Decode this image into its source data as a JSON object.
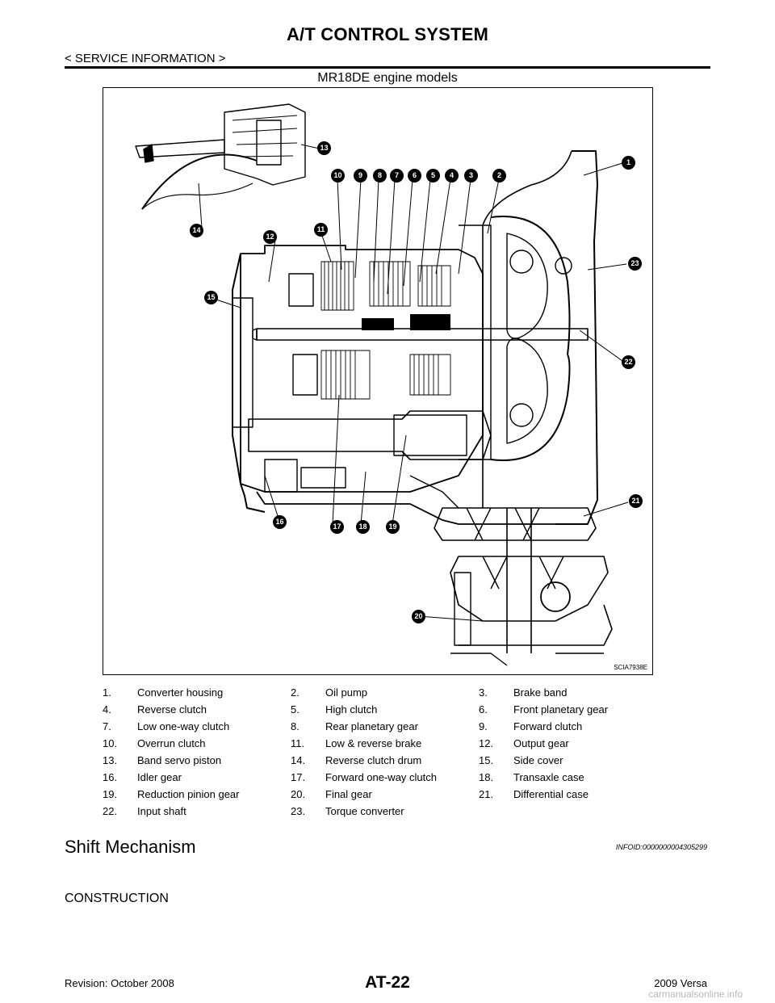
{
  "header": {
    "title": "A/T CONTROL SYSTEM",
    "section_path": "< SERVICE INFORMATION >"
  },
  "figure": {
    "caption": "MR18DE engine models",
    "figure_id": "SCIA7938E",
    "callouts": [
      "1",
      "2",
      "3",
      "4",
      "5",
      "6",
      "7",
      "8",
      "9",
      "10",
      "11",
      "12",
      "13",
      "14",
      "15",
      "16",
      "17",
      "18",
      "19",
      "20",
      "21",
      "22",
      "23"
    ]
  },
  "legend": [
    [
      {
        "num": "1.",
        "label": "Converter housing"
      },
      {
        "num": "2.",
        "label": "Oil pump"
      },
      {
        "num": "3.",
        "label": "Brake band"
      }
    ],
    [
      {
        "num": "4.",
        "label": "Reverse clutch"
      },
      {
        "num": "5.",
        "label": "High clutch"
      },
      {
        "num": "6.",
        "label": "Front planetary gear"
      }
    ],
    [
      {
        "num": "7.",
        "label": "Low one-way clutch"
      },
      {
        "num": "8.",
        "label": "Rear planetary gear"
      },
      {
        "num": "9.",
        "label": "Forward clutch"
      }
    ],
    [
      {
        "num": "10.",
        "label": "Overrun clutch"
      },
      {
        "num": "11.",
        "label": "Low & reverse brake"
      },
      {
        "num": "12.",
        "label": "Output gear"
      }
    ],
    [
      {
        "num": "13.",
        "label": "Band servo piston"
      },
      {
        "num": "14.",
        "label": "Reverse clutch drum"
      },
      {
        "num": "15.",
        "label": "Side cover"
      }
    ],
    [
      {
        "num": "16.",
        "label": "Idler gear"
      },
      {
        "num": "17.",
        "label": "Forward one-way clutch"
      },
      {
        "num": "18.",
        "label": "Transaxle case"
      }
    ],
    [
      {
        "num": "19.",
        "label": "Reduction pinion gear"
      },
      {
        "num": "20.",
        "label": "Final gear"
      },
      {
        "num": "21.",
        "label": "Differential case"
      }
    ],
    [
      {
        "num": "22.",
        "label": "Input shaft"
      },
      {
        "num": "23.",
        "label": "Torque converter"
      }
    ]
  ],
  "section": {
    "heading": "Shift Mechanism",
    "info_id": "INFOID:0000000004305299",
    "subheading": "CONSTRUCTION"
  },
  "footer": {
    "revision": "Revision: October 2008",
    "page_number": "AT-22",
    "model": "2009 Versa",
    "watermark": "carmanualsonline.info"
  }
}
